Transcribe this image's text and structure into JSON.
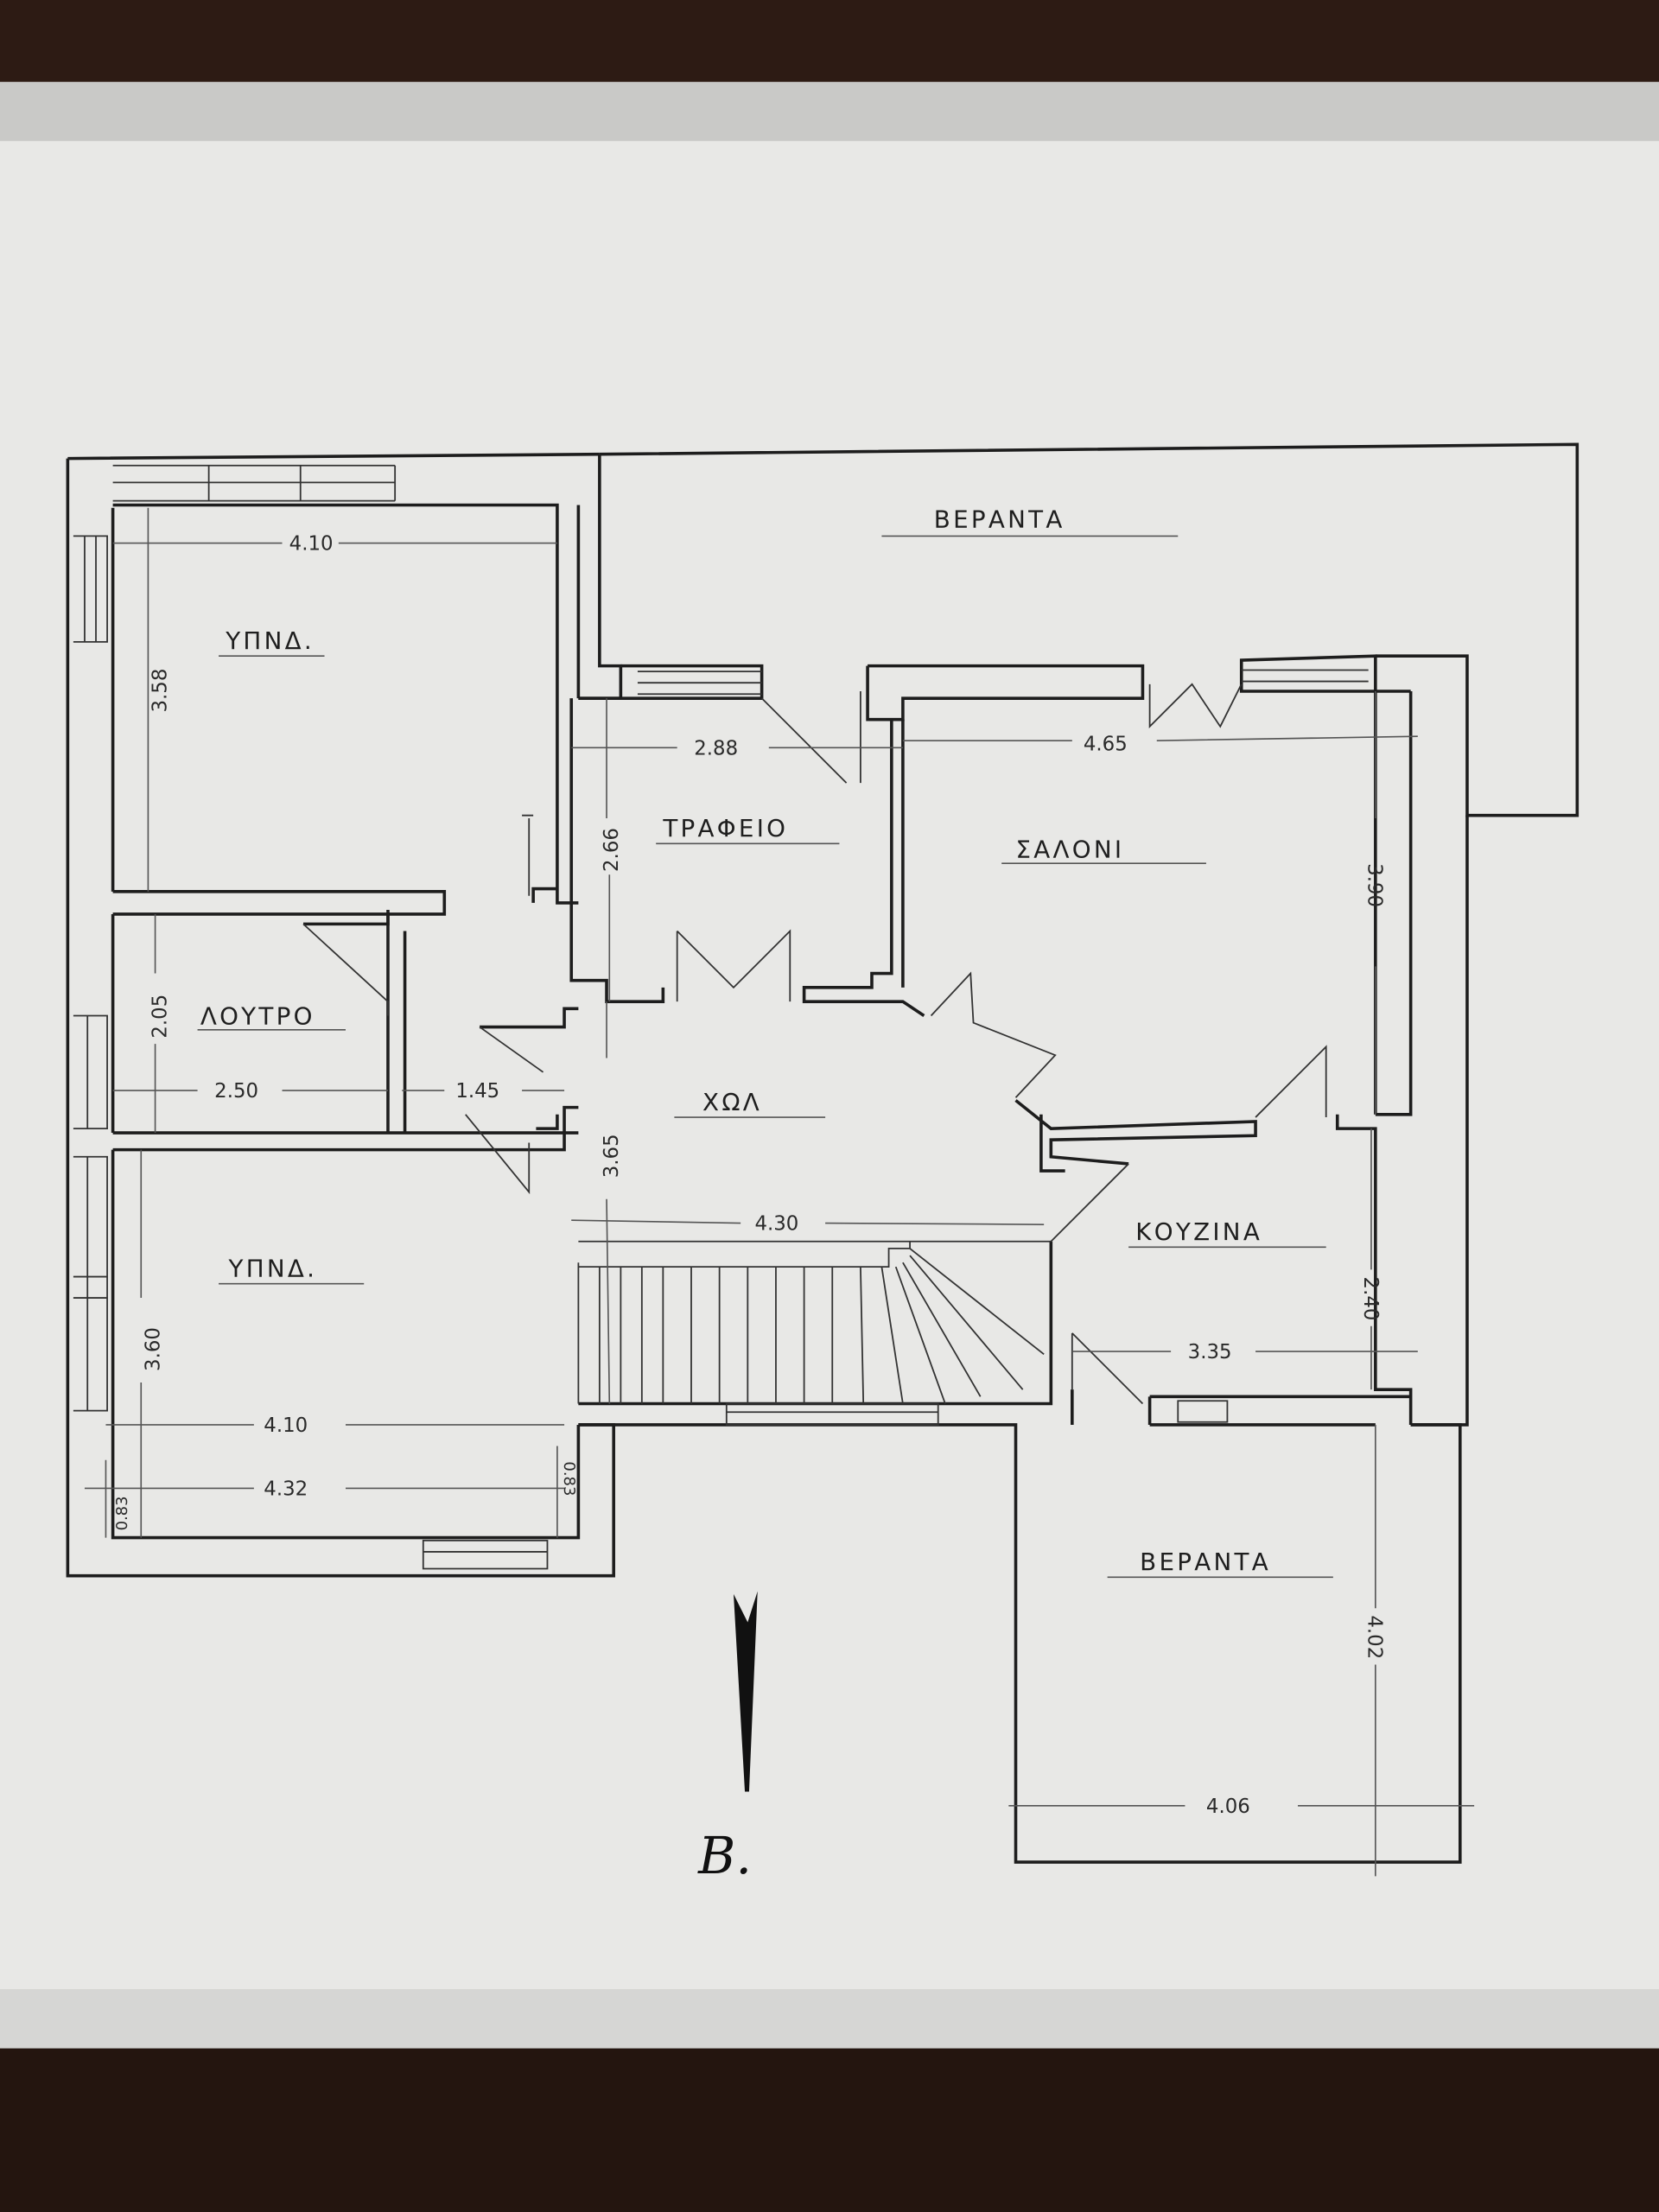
{
  "drawing": {
    "rooms": {
      "veranda_top": "ΒΕΡΑΝΤΑ",
      "bedroom_top": "ΥΠΝΔ.",
      "office": "ΤΡΑΦΕΙΟ",
      "living_room": "ΣΑΛΟΝΙ",
      "bathroom": "ΛΟΥΤΡΟ",
      "hall": "ΧΩΛ",
      "kitchen": "ΚΟΥΖΙΝΑ",
      "bedroom_bottom": "ΥΠΝΔ.",
      "veranda_bottom": "ΒΕΡΑΝΤΑ"
    },
    "dimensions": {
      "bedroom_top_width": "4.10",
      "bedroom_top_depth": "3.58",
      "office_width": "2.88",
      "office_depth": "2.66",
      "living_width": "4.65",
      "living_depth": "3.90",
      "bath_depth": "2.05",
      "bath_width": "2.50",
      "corridor_width": "1.45",
      "hall_depth": "3.65",
      "hall_width": "4.30",
      "kitchen_depth": "2.40",
      "kitchen_width": "3.35",
      "bedroom_bottom_depth": "3.60",
      "bedroom_bottom_width": "4.10",
      "bedroom_bottom_width_total": "4.32",
      "closet_left": "0.83",
      "closet_right": "0.83",
      "veranda_bottom_depth": "4.02",
      "veranda_bottom_width": "4.06"
    },
    "north_label": "B.",
    "colors": {
      "paper": "#e8e8e6",
      "ink": "#1d1d1d",
      "wood": "#2b1a14"
    }
  }
}
